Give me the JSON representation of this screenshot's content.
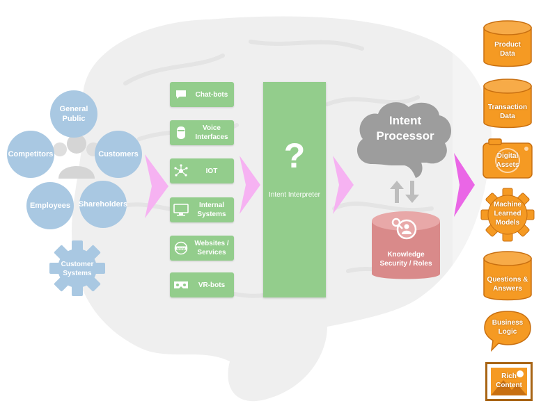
{
  "stakeholders": [
    {
      "label": "General Public"
    },
    {
      "label": "Competitors"
    },
    {
      "label": "Customers"
    },
    {
      "label": "Employees"
    },
    {
      "label": "Shareholders"
    }
  ],
  "customer_systems": {
    "label": "Customer Systems"
  },
  "channels": [
    {
      "label": "Chat-bots",
      "icon": "chat-icon"
    },
    {
      "label": "Voice Interfaces",
      "icon": "voice-speaker-icon"
    },
    {
      "label": "IOT",
      "icon": "iot-network-icon"
    },
    {
      "label": "Internal Systems",
      "icon": "monitor-icon"
    },
    {
      "label": "Websites / Services",
      "icon": "www-globe-icon"
    },
    {
      "label": "VR-bots",
      "icon": "vr-headset-icon"
    }
  ],
  "interpreter": {
    "symbol": "?",
    "label": "Intent Interpreter"
  },
  "processor": {
    "label": "Intent Processor"
  },
  "knowledge": {
    "label": "Knowledge Security / Roles"
  },
  "sources": [
    {
      "label": "Product Data",
      "shape": "database-cylinder"
    },
    {
      "label": "Transaction Data",
      "shape": "database-cylinder"
    },
    {
      "label": "Digital Assets",
      "shape": "camera"
    },
    {
      "label": "Machine Learned Models",
      "shape": "gear"
    },
    {
      "label": "Questions & Answers",
      "shape": "database-cylinder"
    },
    {
      "label": "Business Logic",
      "shape": "speech-bubble"
    },
    {
      "label": "Rich Content",
      "shape": "picture-frame"
    }
  ],
  "colors": {
    "stakeholder": "#a9c8e2",
    "channel": "#93cd8c",
    "interpreter": "#93cd8c",
    "processor": "#9d9d9d",
    "knowledge": "#d98a8a",
    "source": "#f59a23",
    "arrow_light": "#f6b2f2",
    "arrow_strong": "#ea66e6"
  }
}
